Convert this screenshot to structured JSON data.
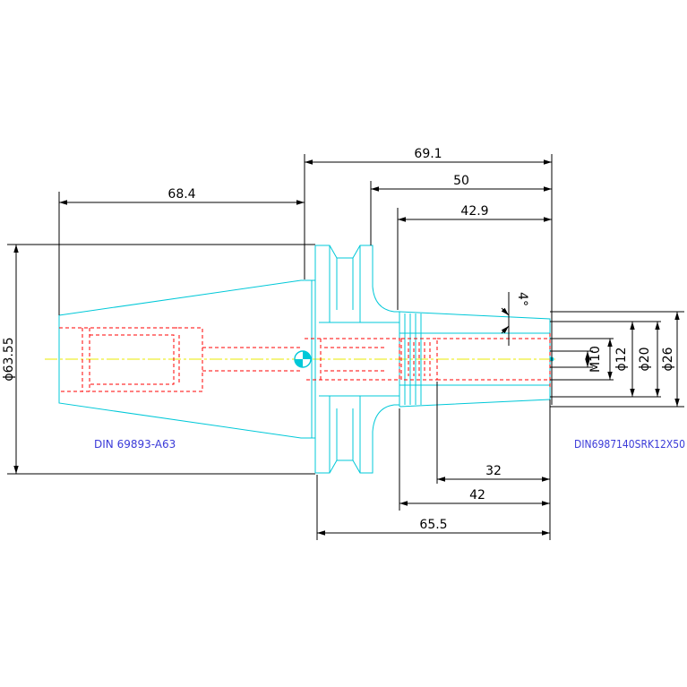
{
  "dimensions": {
    "overall_length": "69.1",
    "gauge_to_end": "50",
    "shank_to_end": "42.9",
    "taper_length": "68.4",
    "flange_diameter": "ϕ63.55",
    "bore_depth": "32",
    "collet_length": "42",
    "body_length": "65.5",
    "thread": "M10",
    "bore_diameter": "ϕ12",
    "d20": "ϕ20",
    "d26": "ϕ26",
    "angle": "4°"
  },
  "labels": {
    "left_standard": "DIN 69893-A63",
    "right_standard": "DIN6987140SRK12X50"
  },
  "colors": {
    "outline": "#00c8d8",
    "hidden": "#ff0000",
    "dimension": "#000000",
    "centerline": "#e8e800",
    "note": "#3a3ad8"
  }
}
